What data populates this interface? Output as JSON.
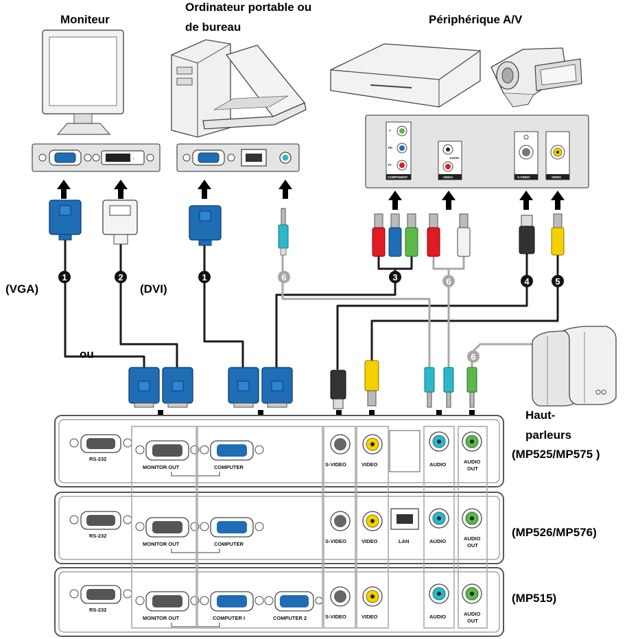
{
  "headers": {
    "monitor": "Moniteur",
    "computer_line1": "Ordinateur portable ou",
    "computer_line2": "de bureau",
    "av_device": "Périphérique A/V"
  },
  "labels": {
    "vga": "(VGA)",
    "dvi": "(DVI)",
    "or": "ou",
    "speakers_line1": "Haut-",
    "speakers_line2": "parleurs"
  },
  "av_panel": {
    "component": "COMPONENT",
    "video": "VIDEO",
    "audio": "AUDIO",
    "s_video": "S-VIDEO",
    "y": "Y",
    "pb": "Pb",
    "pr": "Pr"
  },
  "callouts": {
    "c1a": "1",
    "c2": "2",
    "c1b": "1",
    "c6a": "6",
    "c3": "3",
    "c6b": "6",
    "c4": "4",
    "c5": "5",
    "c6c": "6"
  },
  "projectors": [
    {
      "model": "(MP525/MP575 )",
      "ports": {
        "rs232": "RS-232",
        "monitor_out": "MONITOR OUT",
        "computer": "COMPUTER",
        "s_video": "S-VIDEO",
        "video": "VIDEO",
        "audio": "AUDIO",
        "audio_out_1": "AUDIO",
        "audio_out_2": "OUT"
      }
    },
    {
      "model": "(MP526/MP576)",
      "ports": {
        "rs232": "RS-232",
        "monitor_out": "MONITOR OUT",
        "computer": "COMPUTER",
        "s_video": "S-VIDEO",
        "video": "VIDEO",
        "lan": "LAN",
        "audio": "AUDIO",
        "audio_out_1": "AUDIO",
        "audio_out_2": "OUT"
      }
    },
    {
      "model": "(MP515)",
      "ports": {
        "rs232": "RS-232",
        "monitor_out": "MONITOR OUT",
        "computer_1": "COMPUTER I",
        "computer_2": "COMPUTER 2",
        "s_video": "S-VIDEO",
        "video": "VIDEO",
        "audio": "AUDIO",
        "audio_out_1": "AUDIO",
        "audio_out_2": "OUT"
      }
    }
  ],
  "colors": {
    "vga_blue": "#1f6db5",
    "panel_gray": "#e4e4e4",
    "cable_dark": "#1a1a1a",
    "cable_light": "#a8a8a8",
    "audio_cyan": "#2cb8c8",
    "audio_green": "#5cb84a",
    "rca_red": "#e11b22",
    "rca_yellow": "#f4d000",
    "rca_white": "#f2f2f2"
  }
}
